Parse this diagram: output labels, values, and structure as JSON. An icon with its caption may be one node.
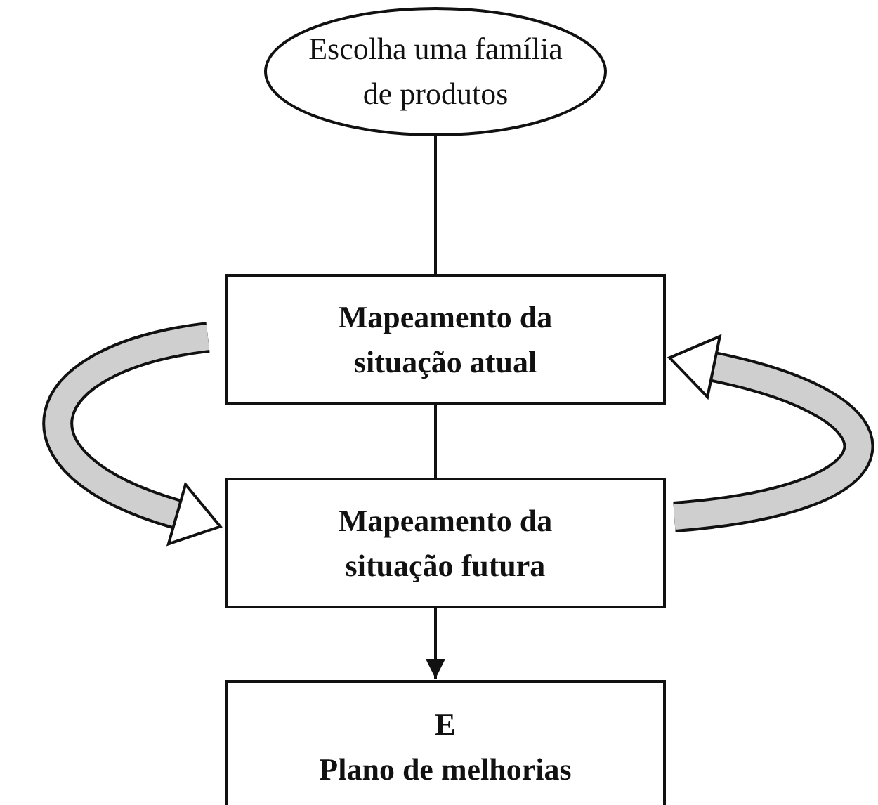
{
  "diagram": {
    "nodes": [
      {
        "text": [
          "Escolha uma família de produtos"
        ]
      },
      {
        "text": [
          "Mapeamento da situação atual"
        ]
      },
      {
        "text": [
          "Mapeamento da situação futura"
        ]
      },
      {
        "text": [
          "E",
          "Plano de melhorias"
        ]
      }
    ],
    "edges": [
      {
        "from": 0,
        "to": 1,
        "arrow": "none"
      },
      {
        "from": 1,
        "to": 2,
        "arrow": "none"
      },
      {
        "from": 2,
        "to": 3,
        "arrow": "to"
      },
      {
        "from": 1,
        "to": 2,
        "arrow": "to",
        "style": "thick"
      },
      {
        "from": 2,
        "to": 1,
        "arrow": "to",
        "style": "thick"
      }
    ]
  }
}
